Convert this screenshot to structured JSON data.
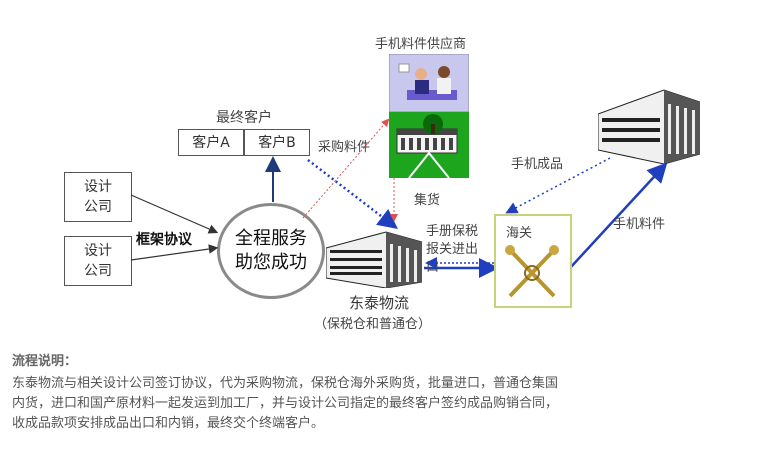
{
  "supplier_label": "手机料件供应商",
  "final_customer_label": "最终客户",
  "customer_a": "客户A",
  "customer_b": "客户B",
  "design_company_1": [
    "设计",
    "公司"
  ],
  "design_company_2": [
    "设计",
    "公司"
  ],
  "framework_agreement": "框架协议",
  "center_service": [
    "全程服务",
    "助您成功"
  ],
  "purchase_materials": "采购料件",
  "consolidation": "集货",
  "manual_bonded": [
    "手册保税",
    "报关进出",
    "口"
  ],
  "customs": "海关",
  "finished_phones": "手机成品",
  "phone_materials": "手机料件",
  "company_name": "东泰物流",
  "company_sub": "（保税仓和普通仓）",
  "description": {
    "title": "流程说明：",
    "lines": [
      "东泰物流与相关设计公司签订协议，代为采购物流，保税仓海外采购货，批量进口，普通仓集国",
      "内货，进口和国产原材料一起发运到加工厂，并与设计公司指定的最终客户签约成品购销合同，",
      "收成品款项安排成品出口和内销，最终交个终端客户。"
    ]
  },
  "colors": {
    "arrow_blue": "#1f3fbf",
    "arrow_navy": "#1f3a7a",
    "arrow_red": "#e05050",
    "green": "#1ea51e",
    "customs_border": "#c8d27a"
  }
}
